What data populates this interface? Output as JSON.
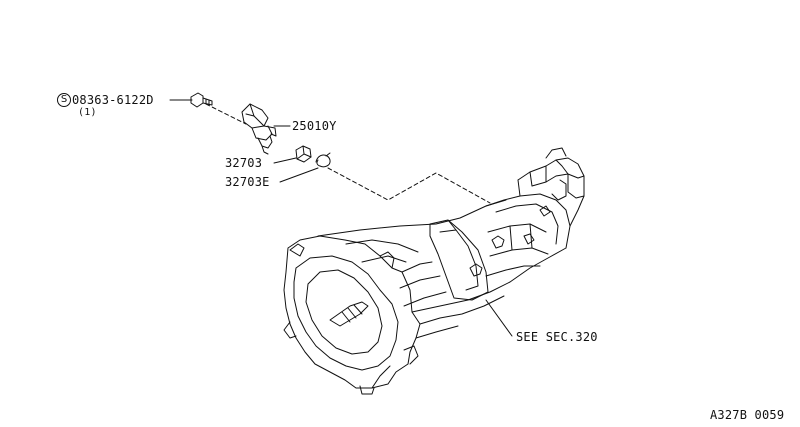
{
  "diagram": {
    "parts": {
      "bolt": {
        "symbol": "S",
        "number": "08363-6122D",
        "qty": "(1)"
      },
      "switch": {
        "number": "25010Y"
      },
      "sleeve": {
        "number": "32703"
      },
      "clip": {
        "number": "32703E"
      }
    },
    "reference": "SEE SEC.320",
    "figure_code": "A327B 0059"
  }
}
